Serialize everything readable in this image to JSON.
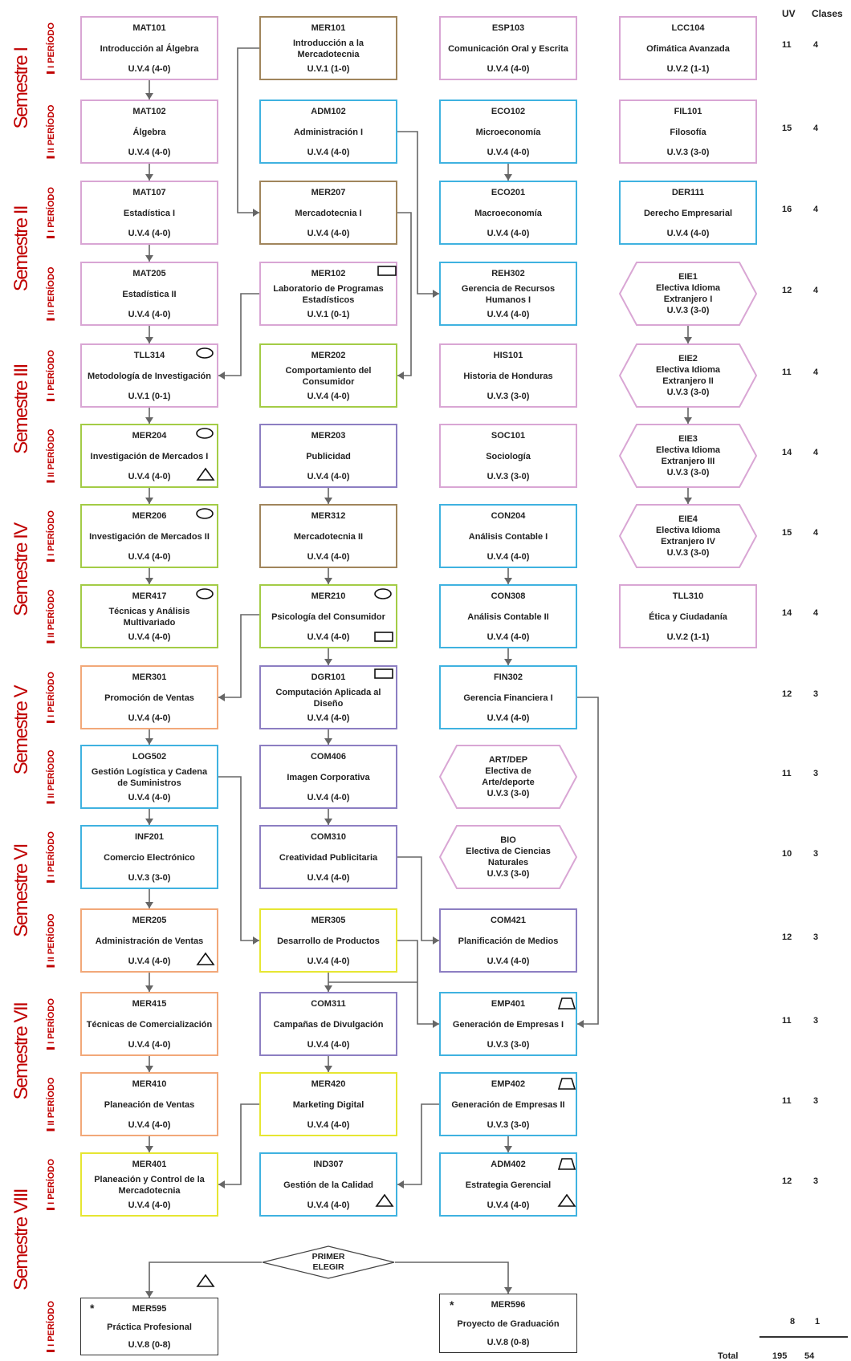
{
  "header": {
    "uv": "UV",
    "clases": "Clases"
  },
  "semesters": [
    "Semestre I",
    "Semestre II",
    "Semestre III",
    "Semestre IV",
    "Semestre V",
    "Semestre VI",
    "Semestre VII",
    "Semestre VIII"
  ],
  "period_labels": {
    "one": "I PERÍODO",
    "two": "II PERÍODO"
  },
  "rows": [
    {
      "uv": "11",
      "clases": "4"
    },
    {
      "uv": "15",
      "clases": "4"
    },
    {
      "uv": "16",
      "clases": "4"
    },
    {
      "uv": "12",
      "clases": "4"
    },
    {
      "uv": "11",
      "clases": "4"
    },
    {
      "uv": "14",
      "clases": "4"
    },
    {
      "uv": "15",
      "clases": "4"
    },
    {
      "uv": "14",
      "clases": "4"
    },
    {
      "uv": "12",
      "clases": "3"
    },
    {
      "uv": "11",
      "clases": "3"
    },
    {
      "uv": "10",
      "clases": "3"
    },
    {
      "uv": "12",
      "clases": "3"
    },
    {
      "uv": "11",
      "clases": "3"
    },
    {
      "uv": "11",
      "clases": "3"
    },
    {
      "uv": "12",
      "clases": "3"
    }
  ],
  "final_row": {
    "uv": "8",
    "clases": "1"
  },
  "total": {
    "label": "Total",
    "uv": "195",
    "clases": "54"
  },
  "colors": {
    "pink": "#d9a6d4",
    "brown": "#a0855c",
    "cyan": "#3fb2e0",
    "green": "#a3cc46",
    "purple": "#8c7ec2",
    "orange": "#f2a879",
    "yellow": "#e6e632",
    "red": "#c00000",
    "gray": "#666666"
  },
  "courses": [
    {
      "id": "c1",
      "code": "MAT101",
      "name": "Introducción al Álgebra",
      "uv": "U.V.4 (4-0)",
      "color": "pink"
    },
    {
      "id": "c2",
      "code": "MER101",
      "name": "Introducción a la Mercadotecnia",
      "uv": "U.V.1 (1-0)",
      "color": "brown"
    },
    {
      "id": "c3",
      "code": "ESP103",
      "name": "Comunicación Oral y Escrita",
      "uv": "U.V.4 (4-0)",
      "color": "pink"
    },
    {
      "id": "c4",
      "code": "LCC104",
      "name": "Ofimática Avanzada",
      "uv": "U.V.2 (1-1)",
      "color": "pink"
    },
    {
      "id": "c5",
      "code": "MAT102",
      "name": "Álgebra",
      "uv": "U.V.4 (4-0)",
      "color": "pink"
    },
    {
      "id": "c6",
      "code": "ADM102",
      "name": "Administración I",
      "uv": "U.V.4 (4-0)",
      "color": "cyan"
    },
    {
      "id": "c7",
      "code": "ECO102",
      "name": "Microeconomía",
      "uv": "U.V.4 (4-0)",
      "color": "cyan"
    },
    {
      "id": "c8",
      "code": "FIL101",
      "name": "Filosofía",
      "uv": "U.V.3 (3-0)",
      "color": "pink"
    },
    {
      "id": "c9",
      "code": "MAT107",
      "name": "Estadística I",
      "uv": "U.V.4 (4-0)",
      "color": "pink"
    },
    {
      "id": "c10",
      "code": "MER207",
      "name": "Mercadotecnia I",
      "uv": "U.V.4 (4-0)",
      "color": "brown"
    },
    {
      "id": "c11",
      "code": "ECO201",
      "name": "Macroeconomía",
      "uv": "U.V.4 (4-0)",
      "color": "cyan"
    },
    {
      "id": "c12",
      "code": "DER111",
      "name": "Derecho Empresarial",
      "uv": "U.V.4 (4-0)",
      "color": "cyan"
    },
    {
      "id": "c13",
      "code": "MAT205",
      "name": "Estadística II",
      "uv": "U.V.4 (4-0)",
      "color": "pink"
    },
    {
      "id": "c14",
      "code": "MER102",
      "name": "Laboratorio de Programas Estadísticos",
      "uv": "U.V.1 (0-1)",
      "color": "pink"
    },
    {
      "id": "c15",
      "code": "REH302",
      "name": "Gerencia de Recursos Humanos I",
      "uv": "U.V.4 (4-0)",
      "color": "cyan"
    },
    {
      "id": "c16",
      "code": "EIE1",
      "name": "Electiva Idioma Extranjero I",
      "uv": "U.V.3 (3-0)",
      "color": "pink"
    },
    {
      "id": "c17",
      "code": "TLL314",
      "name": "Metodología de Investigación",
      "uv": "U.V.1 (0-1)",
      "color": "pink"
    },
    {
      "id": "c18",
      "code": "MER202",
      "name": "Comportamiento del Consumidor",
      "uv": "U.V.4 (4-0)",
      "color": "green"
    },
    {
      "id": "c19",
      "code": "HIS101",
      "name": "Historia de Honduras",
      "uv": "U.V.3 (3-0)",
      "color": "pink"
    },
    {
      "id": "c20",
      "code": "EIE2",
      "name": "Electiva Idioma Extranjero II",
      "uv": "U.V.3 (3-0)",
      "color": "pink"
    },
    {
      "id": "c21",
      "code": "MER204",
      "name": "Investigación de Mercados I",
      "uv": "U.V.4 (4-0)",
      "color": "green"
    },
    {
      "id": "c22",
      "code": "MER203",
      "name": "Publicidad",
      "uv": "U.V.4 (4-0)",
      "color": "purple"
    },
    {
      "id": "c23",
      "code": "SOC101",
      "name": "Sociología",
      "uv": "U.V.3 (3-0)",
      "color": "pink"
    },
    {
      "id": "c24",
      "code": "EIE3",
      "name": "Electiva Idioma Extranjero III",
      "uv": "U.V.3 (3-0)",
      "color": "pink"
    },
    {
      "id": "c25",
      "code": "MER206",
      "name": "Investigación de Mercados II",
      "uv": "U.V.4 (4-0)",
      "color": "green"
    },
    {
      "id": "c26",
      "code": "MER312",
      "name": "Mercadotecnia II",
      "uv": "U.V.4 (4-0)",
      "color": "brown"
    },
    {
      "id": "c27",
      "code": "CON204",
      "name": "Análisis Contable I",
      "uv": "U.V.4 (4-0)",
      "color": "cyan"
    },
    {
      "id": "c28",
      "code": "EIE4",
      "name": "Electiva Idioma Extranjero IV",
      "uv": "U.V.3 (3-0)",
      "color": "pink"
    },
    {
      "id": "c29",
      "code": "MER417",
      "name": "Técnicas y Análisis Multivariado",
      "uv": "U.V.4 (4-0)",
      "color": "green"
    },
    {
      "id": "c30",
      "code": "MER210",
      "name": "Psicología del Consumidor",
      "uv": "U.V.4 (4-0)",
      "color": "green"
    },
    {
      "id": "c31",
      "code": "CON308",
      "name": "Análisis Contable II",
      "uv": "U.V.4 (4-0)",
      "color": "cyan"
    },
    {
      "id": "c32",
      "code": "TLL310",
      "name": "Ética y Ciudadanía",
      "uv": "U.V.2 (1-1)",
      "color": "pink"
    },
    {
      "id": "c33",
      "code": "MER301",
      "name": "Promoción de Ventas",
      "uv": "U.V.4 (4-0)",
      "color": "orange"
    },
    {
      "id": "c34",
      "code": "DGR101",
      "name": "Computación Aplicada al Diseño",
      "uv": "U.V.4 (4-0)",
      "color": "purple"
    },
    {
      "id": "c35",
      "code": "FIN302",
      "name": "Gerencia Financiera I",
      "uv": "U.V.4 (4-0)",
      "color": "cyan"
    },
    {
      "id": "c36",
      "code": "LOG502",
      "name": "Gestión Logística y Cadena de Suministros",
      "uv": "U.V.4 (4-0)",
      "color": "cyan"
    },
    {
      "id": "c37",
      "code": "COM406",
      "name": "Imagen Corporativa",
      "uv": "U.V.4 (4-0)",
      "color": "purple"
    },
    {
      "id": "c38",
      "code": "ART/DEP",
      "name": "Electiva de Arte/deporte",
      "uv": "U.V.3 (3-0)",
      "color": "pink"
    },
    {
      "id": "c39",
      "code": "INF201",
      "name": "Comercio Electrónico",
      "uv": "U.V.3 (3-0)",
      "color": "cyan"
    },
    {
      "id": "c40",
      "code": "COM310",
      "name": "Creatividad Publicitaria",
      "uv": "U.V.4 (4-0)",
      "color": "purple"
    },
    {
      "id": "c41",
      "code": "BIO",
      "name": "Electiva de Ciencias Naturales",
      "uv": "U.V.3 (3-0)",
      "color": "pink"
    },
    {
      "id": "c42",
      "code": "MER205",
      "name": "Administración de Ventas",
      "uv": "U.V.4 (4-0)",
      "color": "orange"
    },
    {
      "id": "c43",
      "code": "MER305",
      "name": "Desarrollo de Productos",
      "uv": "U.V.4 (4-0)",
      "color": "yellow"
    },
    {
      "id": "c44",
      "code": "COM421",
      "name": "Planificación de Medios",
      "uv": "U.V.4 (4-0)",
      "color": "purple"
    },
    {
      "id": "c45",
      "code": "MER415",
      "name": "Técnicas de Comercialización",
      "uv": "U.V.4 (4-0)",
      "color": "orange"
    },
    {
      "id": "c46",
      "code": "COM311",
      "name": "Campañas de Divulgación",
      "uv": "U.V.4 (4-0)",
      "color": "purple"
    },
    {
      "id": "c47",
      "code": "EMP401",
      "name": "Generación de Empresas I",
      "uv": "U.V.3 (3-0)",
      "color": "cyan"
    },
    {
      "id": "c48",
      "code": "MER410",
      "name": "Planeación de Ventas",
      "uv": "U.V.4 (4-0)",
      "color": "orange"
    },
    {
      "id": "c49",
      "code": "MER420",
      "name": "Marketing Digital",
      "uv": "U.V.4 (4-0)",
      "color": "yellow"
    },
    {
      "id": "c50",
      "code": "EMP402",
      "name": "Generación de Empresas II",
      "uv": "U.V.3 (3-0)",
      "color": "cyan"
    },
    {
      "id": "c51",
      "code": "MER401",
      "name": "Planeación y Control de la Mercadotecnia",
      "uv": "U.V.4 (4-0)",
      "color": "yellow"
    },
    {
      "id": "c52",
      "code": "IND307",
      "name": "Gestión de la Calidad",
      "uv": "U.V.4 (4-0)",
      "color": "cyan"
    },
    {
      "id": "c53",
      "code": "ADM402",
      "name": "Estrategia Gerencial",
      "uv": "U.V.4 (4-0)",
      "color": "cyan"
    },
    {
      "id": "c54",
      "code": "MER595",
      "name": "Práctica Profesional",
      "uv": "U.V.8 (0-8)",
      "color": "black"
    },
    {
      "id": "c55",
      "code": "MER596",
      "name": "Proyecto de Graduación",
      "uv": "U.V.8 (0-8)",
      "color": "black"
    }
  ],
  "decision": "PRIMER ELEGIR",
  "asterisk": "*"
}
